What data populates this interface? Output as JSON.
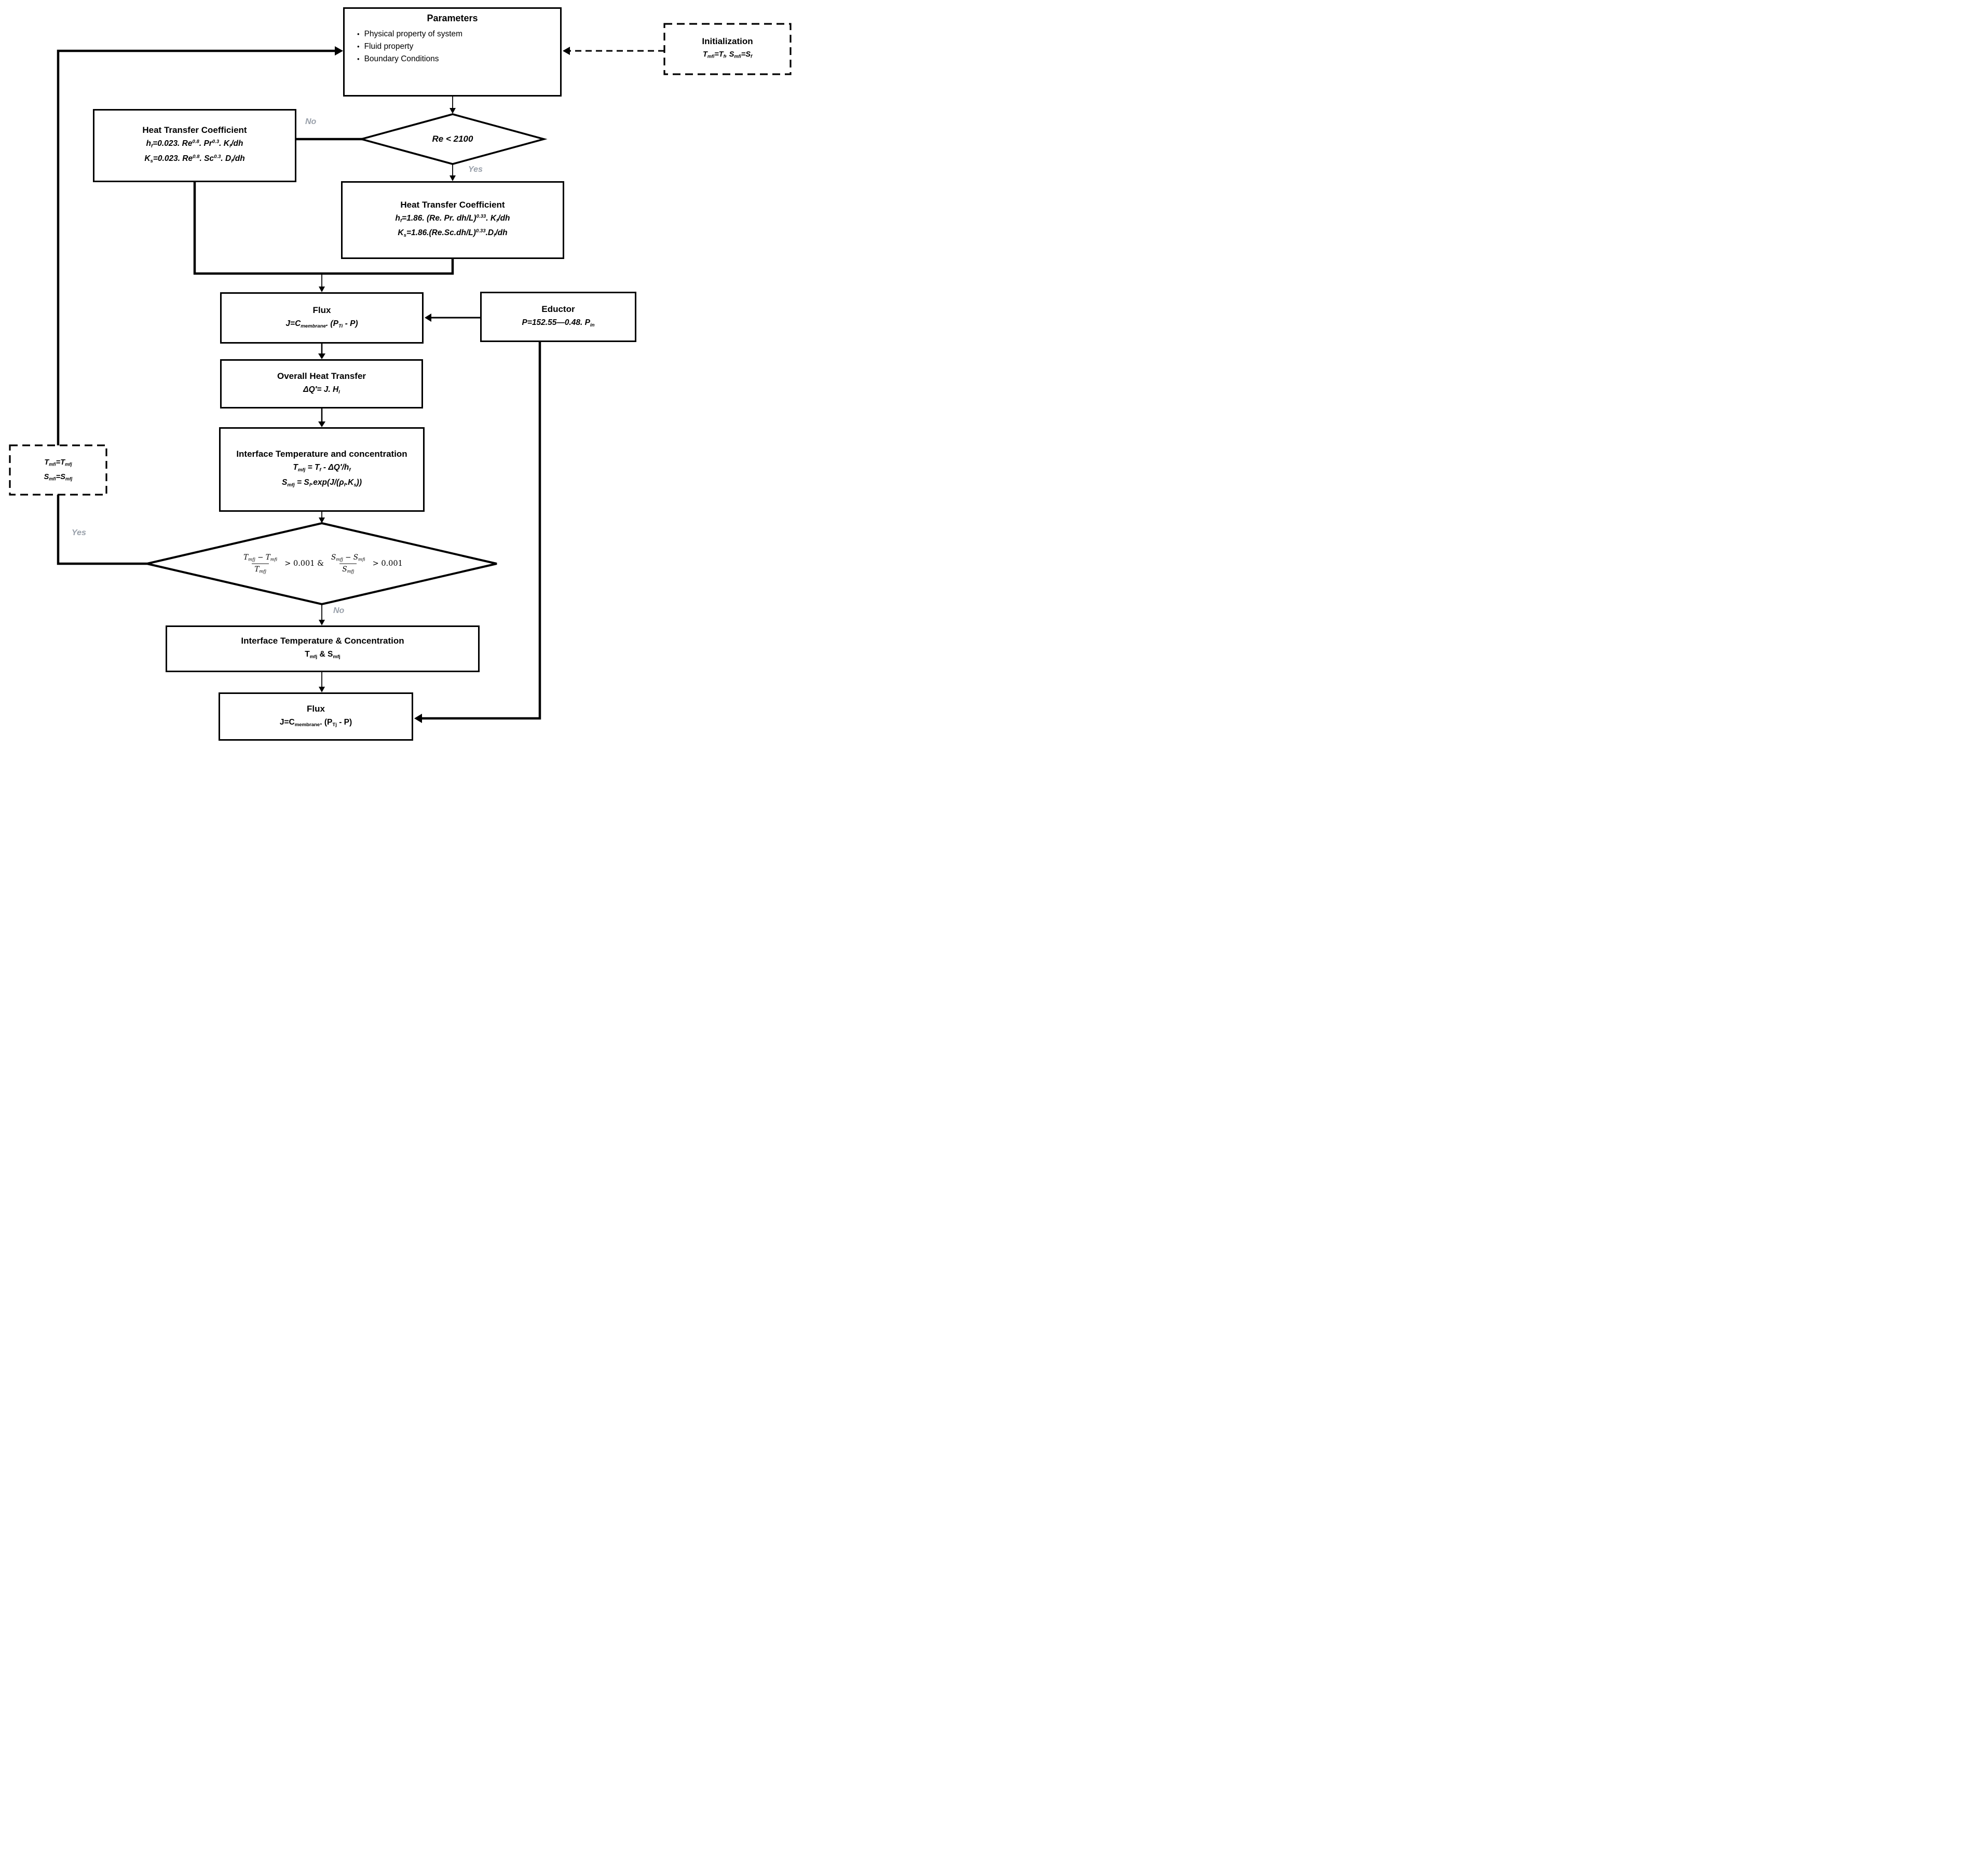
{
  "colors": {
    "line": "#000000",
    "branch_label": "#99a0aa",
    "fraction_bar": "#8c8c8c",
    "box_background": "#ffffff"
  },
  "nodes": {
    "parameters": {
      "title": "Parameters",
      "bullet_char": "•",
      "bullets": [
        "Physical property of system",
        "Fluid property",
        "Boundary Conditions"
      ]
    },
    "initialization": {
      "title": "Initialization",
      "formula": "T<sub>mfi</sub>=T<sub>f</sub>, S<sub>mfi</sub>=S<sub>f</sub>"
    },
    "decision_re": {
      "condition": "Re < 2100",
      "no_label": "No",
      "yes_label": "Yes"
    },
    "htc_turbulent": {
      "title": "Heat Transfer Coefficient",
      "formulas": [
        "h<sub>f</sub>=0.023. Re<sup>0.8</sup>. Pr<sup>0.3</sup>. K<sub>f</sub>/dh",
        "K<sub>s</sub>=0.023. Re<sup>0.8</sup>. Sc<sup>0.3</sup>. D<sub>f</sub>/dh"
      ]
    },
    "htc_laminar": {
      "title": "Heat Transfer Coefficient",
      "formulas": [
        "h<sub>f</sub>=1.86. (Re. Pr. dh/L)<sup>0.33</sup>. K<sub>f</sub>/dh",
        "K<sub>s</sub>=1.86.(Re.Sc.dh/L)<sup>0.33</sup>.D<sub>f</sub>/dh"
      ]
    },
    "flux_initial": {
      "title": "Flux",
      "formula": "J=C<sub>membrane</sub>. (P<sub>Ti</sub> - P)"
    },
    "eductor": {
      "title": "Eductor",
      "formula": "P=152.55—0.48. P<sub>in</sub>"
    },
    "overall_heat_transfer": {
      "title": "Overall Heat Transfer",
      "formula": "ΔQ′= J. H<sub>l</sub>"
    },
    "interface_temp_concentration": {
      "title": "Interface Temperature and concentration",
      "formulas": [
        "T<sub>mfj</sub> = T<sub>f</sub> - ΔQ′/h<sub>f</sub>",
        "S<sub>mfj</sub> = S<sub>f</sub>.exp(J/(ρ<sub>f</sub>.K<sub>s</sub>))"
      ]
    },
    "feedback_assignment": {
      "formulas": [
        "T<sub>mfi</sub>=T<sub>mfj</sub>",
        "S<sub>mfi</sub>=S<sub>mfj</sub>"
      ]
    },
    "decision_convergence": {
      "frac1_num": "T<sub>mfj</sub> − T<sub>mfi</sub>",
      "frac1_den": "T<sub>mfj</sub>",
      "middle_op": "> 0.001 &",
      "frac2_num": "S<sub>mfj</sub> − S<sub>mfi</sub>",
      "frac2_den": "S<sub>mfj</sub>",
      "tail_op": "> 0.001",
      "yes_label": "Yes",
      "no_label": "No"
    },
    "interface_temp_concentration_final": {
      "title": "Interface Temperature & Concentration",
      "formula": "T<sub>mfj</sub> & S<sub>mfj</sub>"
    },
    "flux_final": {
      "title": "Flux",
      "formula": "J=C<sub>membrane</sub>. (P<sub>Tj</sub> - P)"
    }
  }
}
